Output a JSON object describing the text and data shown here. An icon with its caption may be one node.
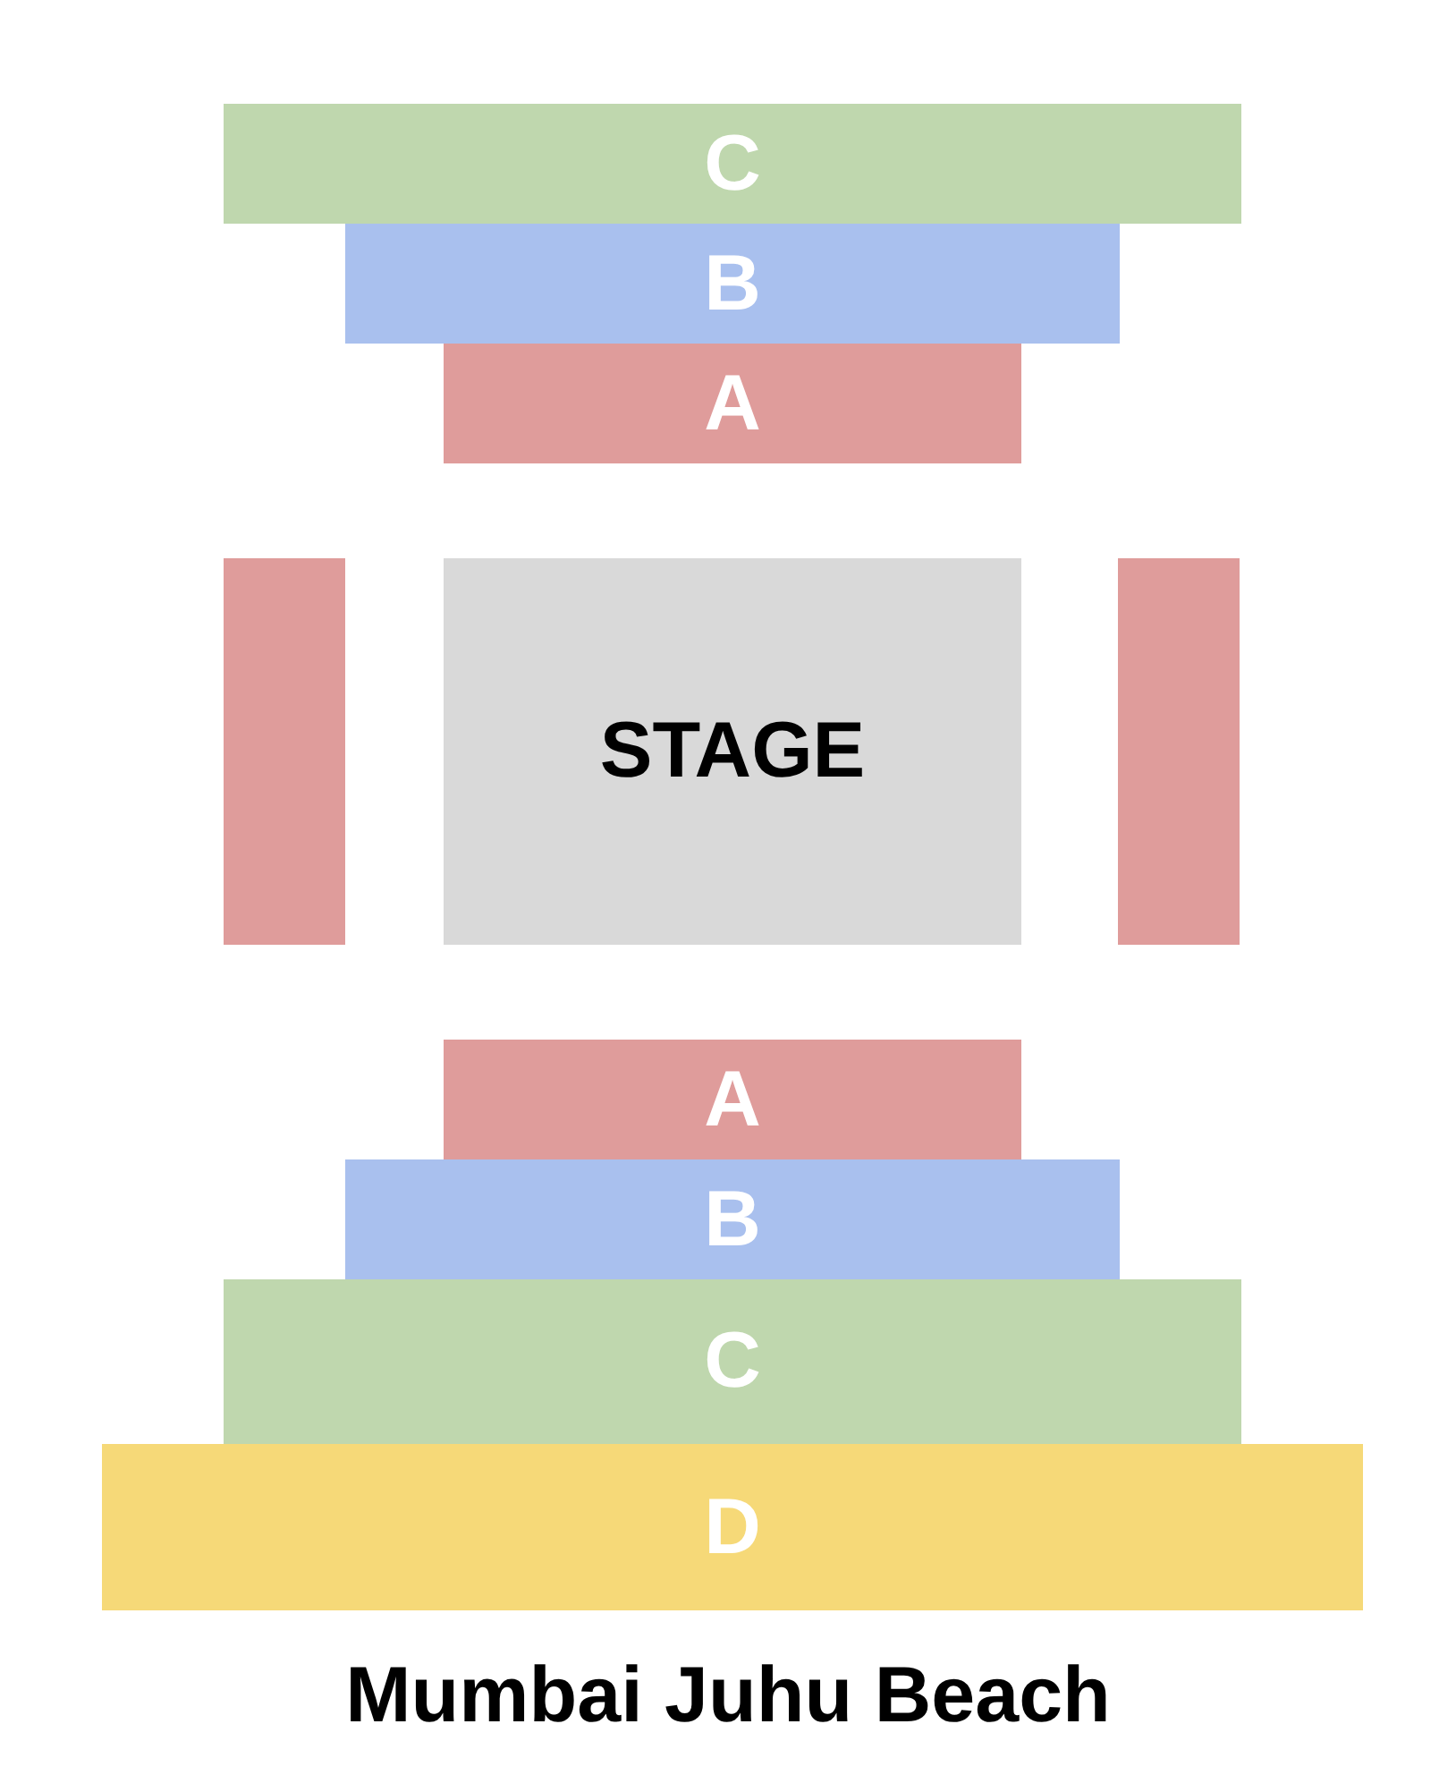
{
  "diagram": {
    "title": "Mumbai Juhu Beach",
    "nodes": [
      {
        "text": [
          "C"
        ]
      },
      {
        "text": [
          "B"
        ]
      },
      {
        "text": [
          "A"
        ]
      },
      {
        "text": [],
        "shape": "box"
      },
      {
        "text": [
          "STAGE"
        ]
      },
      {
        "text": [],
        "shape": "box"
      },
      {
        "text": [
          "A"
        ]
      },
      {
        "text": [
          "B"
        ]
      },
      {
        "text": [
          "C"
        ]
      },
      {
        "text": [
          "D"
        ]
      }
    ]
  }
}
